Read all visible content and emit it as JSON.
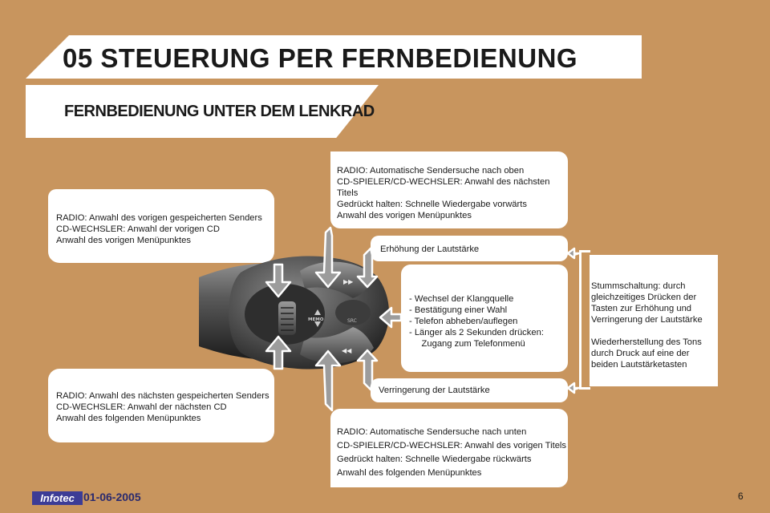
{
  "header": {
    "title": "05 STEUERUNG PER FERNBEDIENUNG",
    "subtitle": "FERNBEDIENUNG UNTER DEM LENKRAD"
  },
  "callouts": {
    "top_left": [
      "RADIO: Anwahl des vorigen gespeicherten Senders",
      "CD-WECHSLER: Anwahl der vorigen CD",
      "Anwahl des vorigen Menüpunktes"
    ],
    "bottom_left": [
      "RADIO: Anwahl des nächsten gespeicherten Senders",
      "CD-WECHSLER: Anwahl der nächsten CD",
      "Anwahl des folgenden Menüpunktes"
    ],
    "top_right": [
      "RADIO: Automatische Sendersuche nach oben",
      "CD-SPIELER/CD-WECHSLER: Anwahl des nächsten",
      "Titels",
      "Gedrückt halten: Schnelle Wiedergabe vorwärts",
      "Anwahl des vorigen Menüpunktes"
    ],
    "bottom_right": [
      "RADIO: Automatische Sendersuche nach unten",
      "CD-SPIELER/CD-WECHSLER: Anwahl des vorigen Titels",
      "Gedrückt halten: Schnelle Wiedergabe rückwärts",
      "Anwahl des folgenden Menüpunktes"
    ],
    "volume_up": "Erhöhung der Lautstärke",
    "volume_down": "Verringerung der Lautstärke",
    "source_list": [
      "-   Wechsel der Klangquelle",
      "-   Bestätigung einer Wahl",
      "-   Telefon abheben/auflegen",
      "-   Länger als 2 Sekunden drücken:",
      "     Zugang zum Telefonmenü"
    ],
    "mute": [
      "Stummschaltung: durch",
      "gleichzeitiges Drücken der",
      "Tasten zur Erhöhung und",
      "Verringerung der Lautstärke",
      "",
      "Wiederherstellung des Tons",
      "durch Druck auf eine der",
      "beiden Lautstärketasten"
    ]
  },
  "control": {
    "memo_label": "MEMO",
    "src_label": "SRC"
  },
  "footer": {
    "logo": "Infotec",
    "date": "01-06-2005",
    "page": "6"
  }
}
